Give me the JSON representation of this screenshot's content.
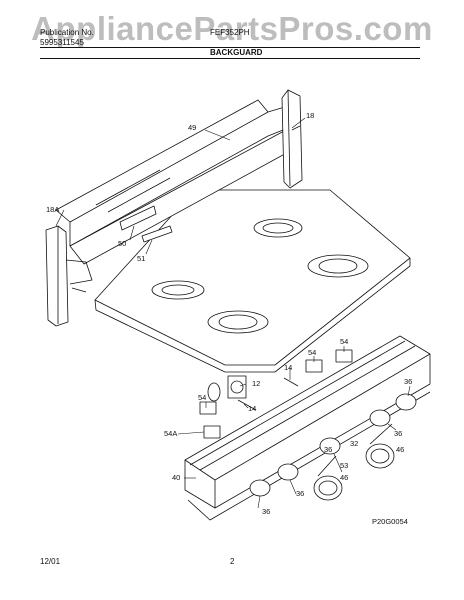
{
  "watermark": "AppliancePartsPros.com",
  "header": {
    "left_line1": "Publication No.",
    "left_line2": "5995311545",
    "model": "FEF352PH",
    "section": "BACKGUARD"
  },
  "callouts": {
    "c49": "49",
    "c18": "18",
    "c18A": "18A",
    "c50": "50",
    "c51": "51",
    "c14a": "14",
    "c54a": "54",
    "c54b": "54",
    "c12": "12",
    "c54c": "54",
    "c14b": "14",
    "c36a": "36",
    "c36b": "36",
    "c36c": "36",
    "c36d": "36",
    "c36e": "36",
    "c53": "53",
    "c32": "32",
    "c46a": "46",
    "c46b": "46",
    "c54A": "54A",
    "c40": "40"
  },
  "diagram_code": "P20G0054",
  "footer": {
    "date": "12/01",
    "page": "2"
  }
}
